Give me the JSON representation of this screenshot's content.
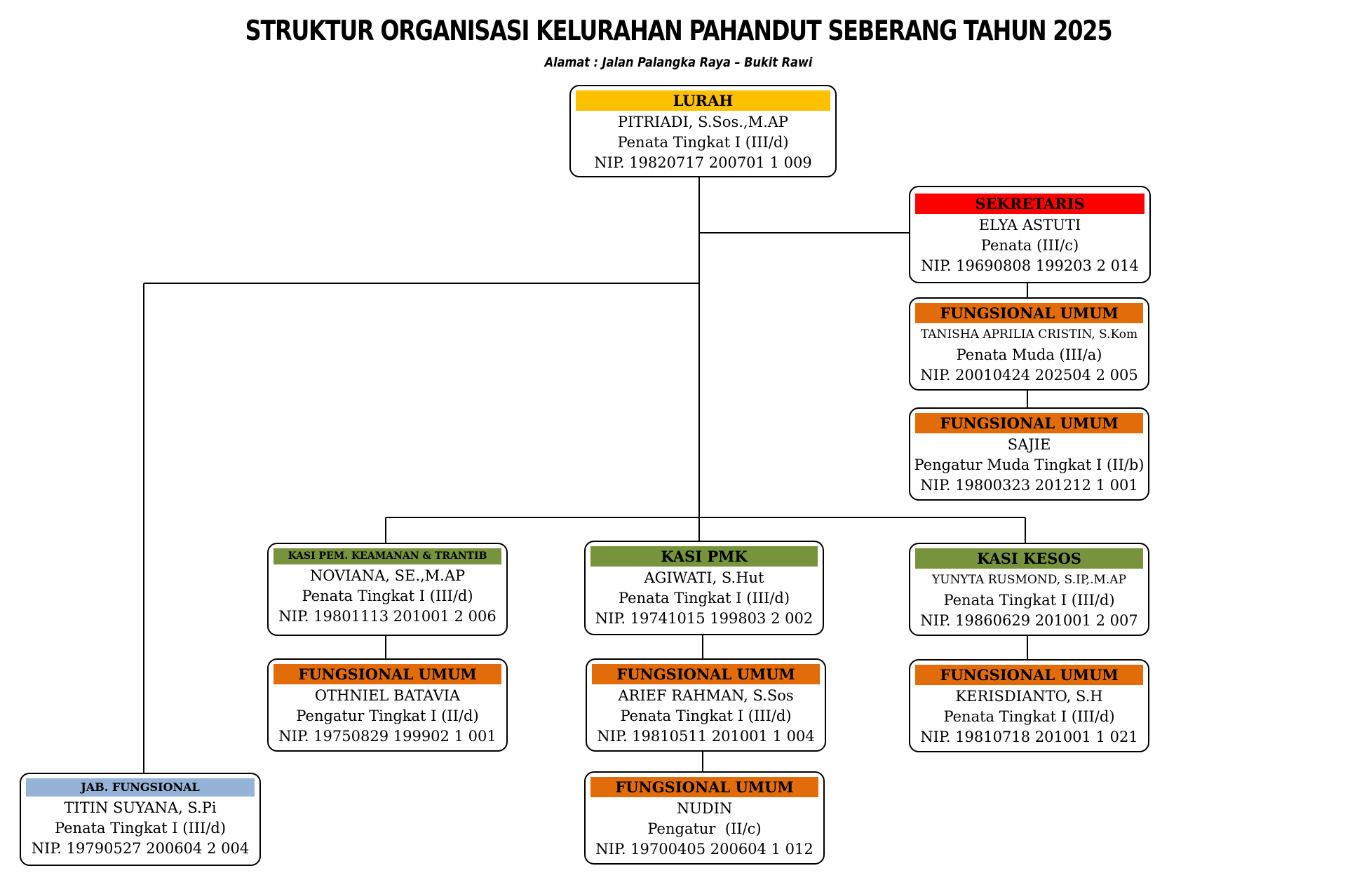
{
  "title": "STRUKTUR ORGANISASI KELURAHAN PAHANDUT SEBERANG TAHUN 2025",
  "subtitle": "Alamat : Jalan Palangka Raya – Bukit Rawi",
  "colors": {
    "lurah": "#ffc000",
    "sekretaris": "#ff0000",
    "fungsional_umum": "#e36c0a",
    "kasi": "#77933c",
    "jab_fungsional": "#95b3d7"
  },
  "nodes": {
    "lurah": {
      "role": "LURAH",
      "name": "PITRIADI, S.Sos.,M.AP",
      "rank": "Penata Tingkat I (III/d)",
      "nip": "NIP. 19820717 200701 1 009"
    },
    "sekretaris": {
      "role": "SEKRETARIS",
      "name": "ELYA ASTUTI",
      "rank": "Penata (III/c)",
      "nip": "NIP. 19690808 199203 2 014"
    },
    "fu_tanisha": {
      "role": "FUNGSIONAL UMUM",
      "name": "TANISHA APRILIA CRISTIN, S.Kom",
      "rank": "Penata Muda (III/a)",
      "nip": "NIP. 20010424 202504 2 005"
    },
    "fu_sajie": {
      "role": "FUNGSIONAL UMUM",
      "name": "SAJIE",
      "rank": "Pengatur Muda Tingkat I (II/b)",
      "nip": "NIP. 19800323 201212 1 001"
    },
    "kasi_pem": {
      "role": "KASI PEM. KEAMANAN & TRANTIB",
      "name": "NOVIANA, SE.,M.AP",
      "rank": "Penata Tingkat I (III/d)",
      "nip": "NIP. 19801113 201001 2 006"
    },
    "kasi_pmk": {
      "role": "KASI PMK",
      "name": "AGIWATI, S.Hut",
      "rank": "Penata Tingkat I (III/d)",
      "nip": "NIP. 19741015 199803 2 002"
    },
    "kasi_kesos": {
      "role": "KASI KESOS",
      "name": "YUNYTA RUSMOND, S.IP,.M.AP",
      "rank": "Penata Tingkat I (III/d)",
      "nip": "NIP. 19860629 201001 2 007"
    },
    "fu_othniel": {
      "role": "FUNGSIONAL UMUM",
      "name": "OTHNIEL BATAVIA",
      "rank": "Pengatur Tingkat I (II/d)",
      "nip": "NIP. 19750829 199902 1 001"
    },
    "fu_arief": {
      "role": "FUNGSIONAL UMUM",
      "name": "ARIEF RAHMAN, S.Sos",
      "rank": "Penata Tingkat I (III/d)",
      "nip": "NIP. 19810511 201001 1 004"
    },
    "fu_nudin": {
      "role": "FUNGSIONAL UMUM",
      "name": "NUDIN",
      "rank": "Pengatur  (II/c)",
      "nip": "NIP. 19700405 200604 1 012"
    },
    "fu_kerisdianto": {
      "role": "FUNGSIONAL UMUM",
      "name": "KERISDIANTO, S.H",
      "rank": "Penata Tingkat I (III/d)",
      "nip": "NIP. 19810718 201001 1 021"
    },
    "jab_fungsional": {
      "role": "JAB. FUNGSIONAL",
      "name": "TITIN SUYANA, S.Pi",
      "rank": "Penata Tingkat I (III/d)",
      "nip": "NIP. 19790527 200604 2 004"
    }
  },
  "edges": [
    [
      "lurah",
      "sekretaris"
    ],
    [
      "lurah",
      "jab_fungsional"
    ],
    [
      "lurah",
      "kasi_pem"
    ],
    [
      "lurah",
      "kasi_pmk"
    ],
    [
      "lurah",
      "kasi_kesos"
    ],
    [
      "sekretaris",
      "fu_tanisha"
    ],
    [
      "fu_tanisha",
      "fu_sajie"
    ],
    [
      "kasi_pem",
      "fu_othniel"
    ],
    [
      "kasi_pmk",
      "fu_arief"
    ],
    [
      "fu_arief",
      "fu_nudin"
    ],
    [
      "kasi_kesos",
      "fu_kerisdianto"
    ]
  ]
}
